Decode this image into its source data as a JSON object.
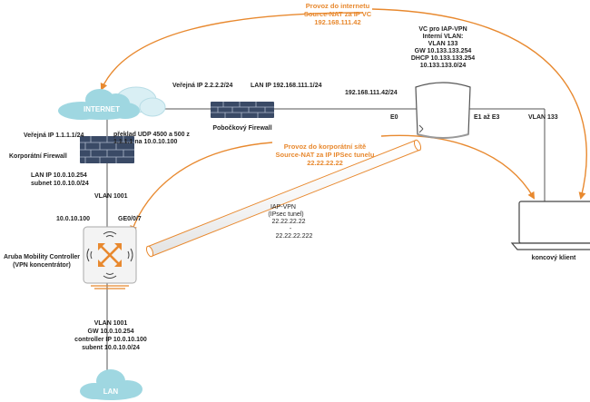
{
  "colors": {
    "orange": "#e8892f",
    "cloud": "#9fd7e1",
    "firewall": "#3a4a66",
    "line": "#555555"
  },
  "clouds": {
    "internet": "INTERNET",
    "lan": "LAN"
  },
  "orange_labels": {
    "internet_traffic": [
      "Provoz do internetu",
      "Source-NAT za IP VC",
      "192.168.111.42"
    ],
    "corporate_traffic": [
      "Provoz do korporátní sítě",
      "Source-NAT za IP IPSec tunelu",
      "22.22.22.22"
    ]
  },
  "branch_firewall": {
    "public_ip": "Veřejná IP 2.2.2.2/24",
    "lan_ip": "LAN IP 192.168.111.1/24",
    "name": "Pobočkový Firewall"
  },
  "iap": {
    "vc_info": [
      "VC pro IAP-VPN",
      "Interní VLAN:",
      "VLAN 133",
      "GW 10.133.133.254",
      "DHCP 10.133.133.254",
      "10.133.133.0/24"
    ],
    "ip": "192.168.111.42/24",
    "port_e0": "E0",
    "port_e1e3": "E1 až E3",
    "vlan": "VLAN 133"
  },
  "corp_firewall": {
    "public_ip": "Veřejná IP 1.1.1.1/24",
    "nat": [
      "překlad UDP 4500 a 500 z",
      "1.1.1.1 na 10.0.10.100"
    ],
    "name": "Korporátní Firewall",
    "lan_ip": "LAN IP  10.0.10.254",
    "subnet": "subnet  10.0.10.0/24",
    "vlan": "VLAN 1001"
  },
  "controller": {
    "ip": "10.0.10.100",
    "port": "GE0/0/7",
    "name": [
      "Aruba Mobility Controller",
      "(VPN koncentrátor)"
    ],
    "below": [
      "VLAN 1001",
      "GW 10.0.10.254",
      "controller IP 10.0.10.100",
      "subent 10.0.10.0/24"
    ]
  },
  "tunnel": [
    "IAP-VPN",
    "(IPsec tunel)",
    "22.22.22.22",
    "-",
    "22.22.22.222"
  ],
  "client": "koncový klient"
}
